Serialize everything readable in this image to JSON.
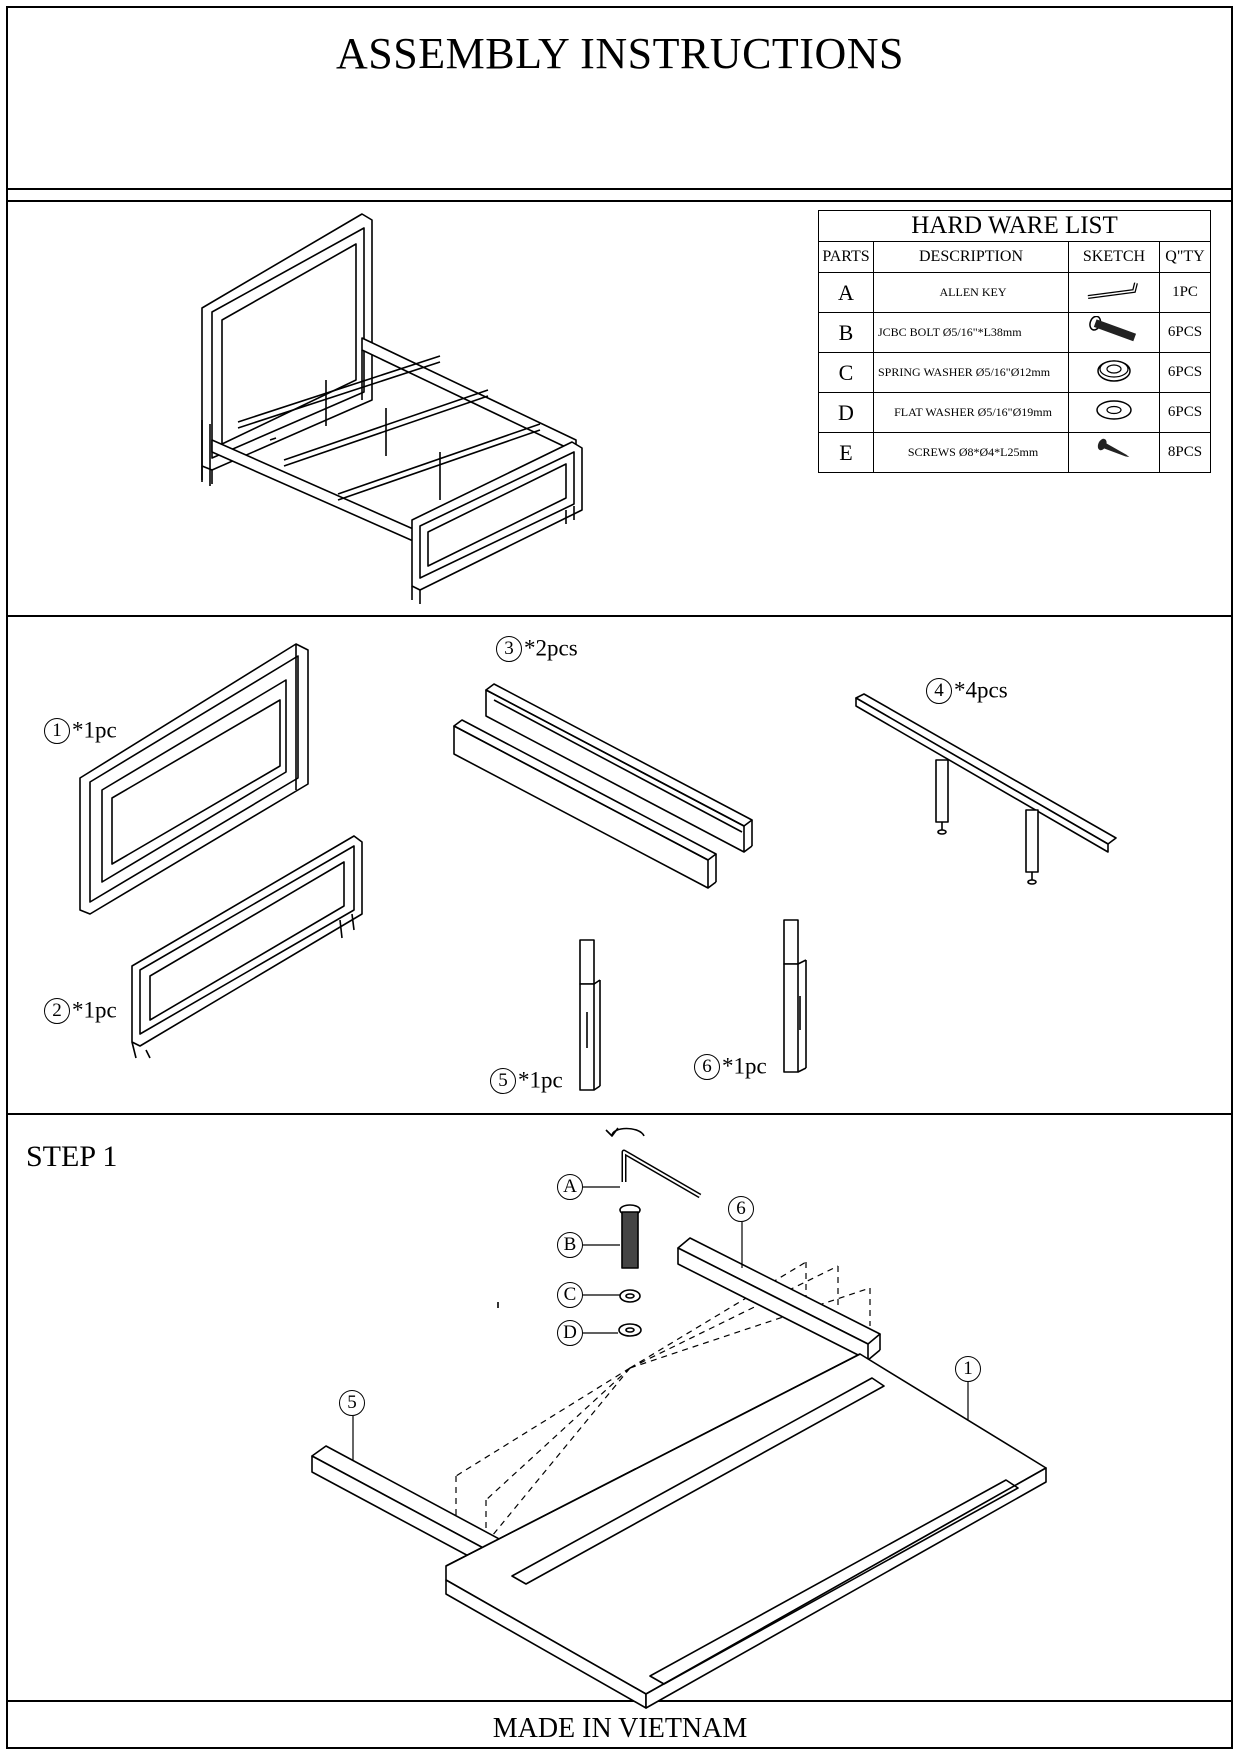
{
  "header": {
    "title": "ASSEMBLY INSTRUCTIONS"
  },
  "hardware": {
    "title": "HARD WARE LIST",
    "columns": [
      "PARTS",
      "DESCRIPTION",
      "SKETCH",
      "Q\"TY"
    ],
    "rows": [
      {
        "part": "A",
        "description": "ALLEN KEY",
        "sketch": "allen-key-icon",
        "qty": "1PC"
      },
      {
        "part": "B",
        "description": "JCBC BOLT Ø5/16\"*L38mm",
        "sketch": "bolt-icon",
        "qty": "6PCS"
      },
      {
        "part": "C",
        "description": "SPRING WASHER Ø5/16\"Ø12mm",
        "sketch": "spring-washer-icon",
        "qty": "6PCS"
      },
      {
        "part": "D",
        "description": "FLAT WASHER Ø5/16\"Ø19mm",
        "sketch": "flat-washer-icon",
        "qty": "6PCS"
      },
      {
        "part": "E",
        "description": "SCREWS Ø8*Ø4*L25mm",
        "sketch": "screw-icon",
        "qty": "8PCS"
      }
    ]
  },
  "parts": [
    {
      "number": "1",
      "qty": "*1pc"
    },
    {
      "number": "2",
      "qty": "*1pc"
    },
    {
      "number": "3",
      "qty": "*2pcs"
    },
    {
      "number": "4",
      "qty": "*4pcs"
    },
    {
      "number": "5",
      "qty": "*1pc"
    },
    {
      "number": "6",
      "qty": "*1pc"
    }
  ],
  "step1": {
    "label": "STEP 1",
    "callouts": {
      "a": "A",
      "b": "B",
      "c": "C",
      "d": "D",
      "p1": "1",
      "p5": "5",
      "p6": "6"
    }
  },
  "footer": {
    "text": "MADE IN VIETNAM"
  }
}
